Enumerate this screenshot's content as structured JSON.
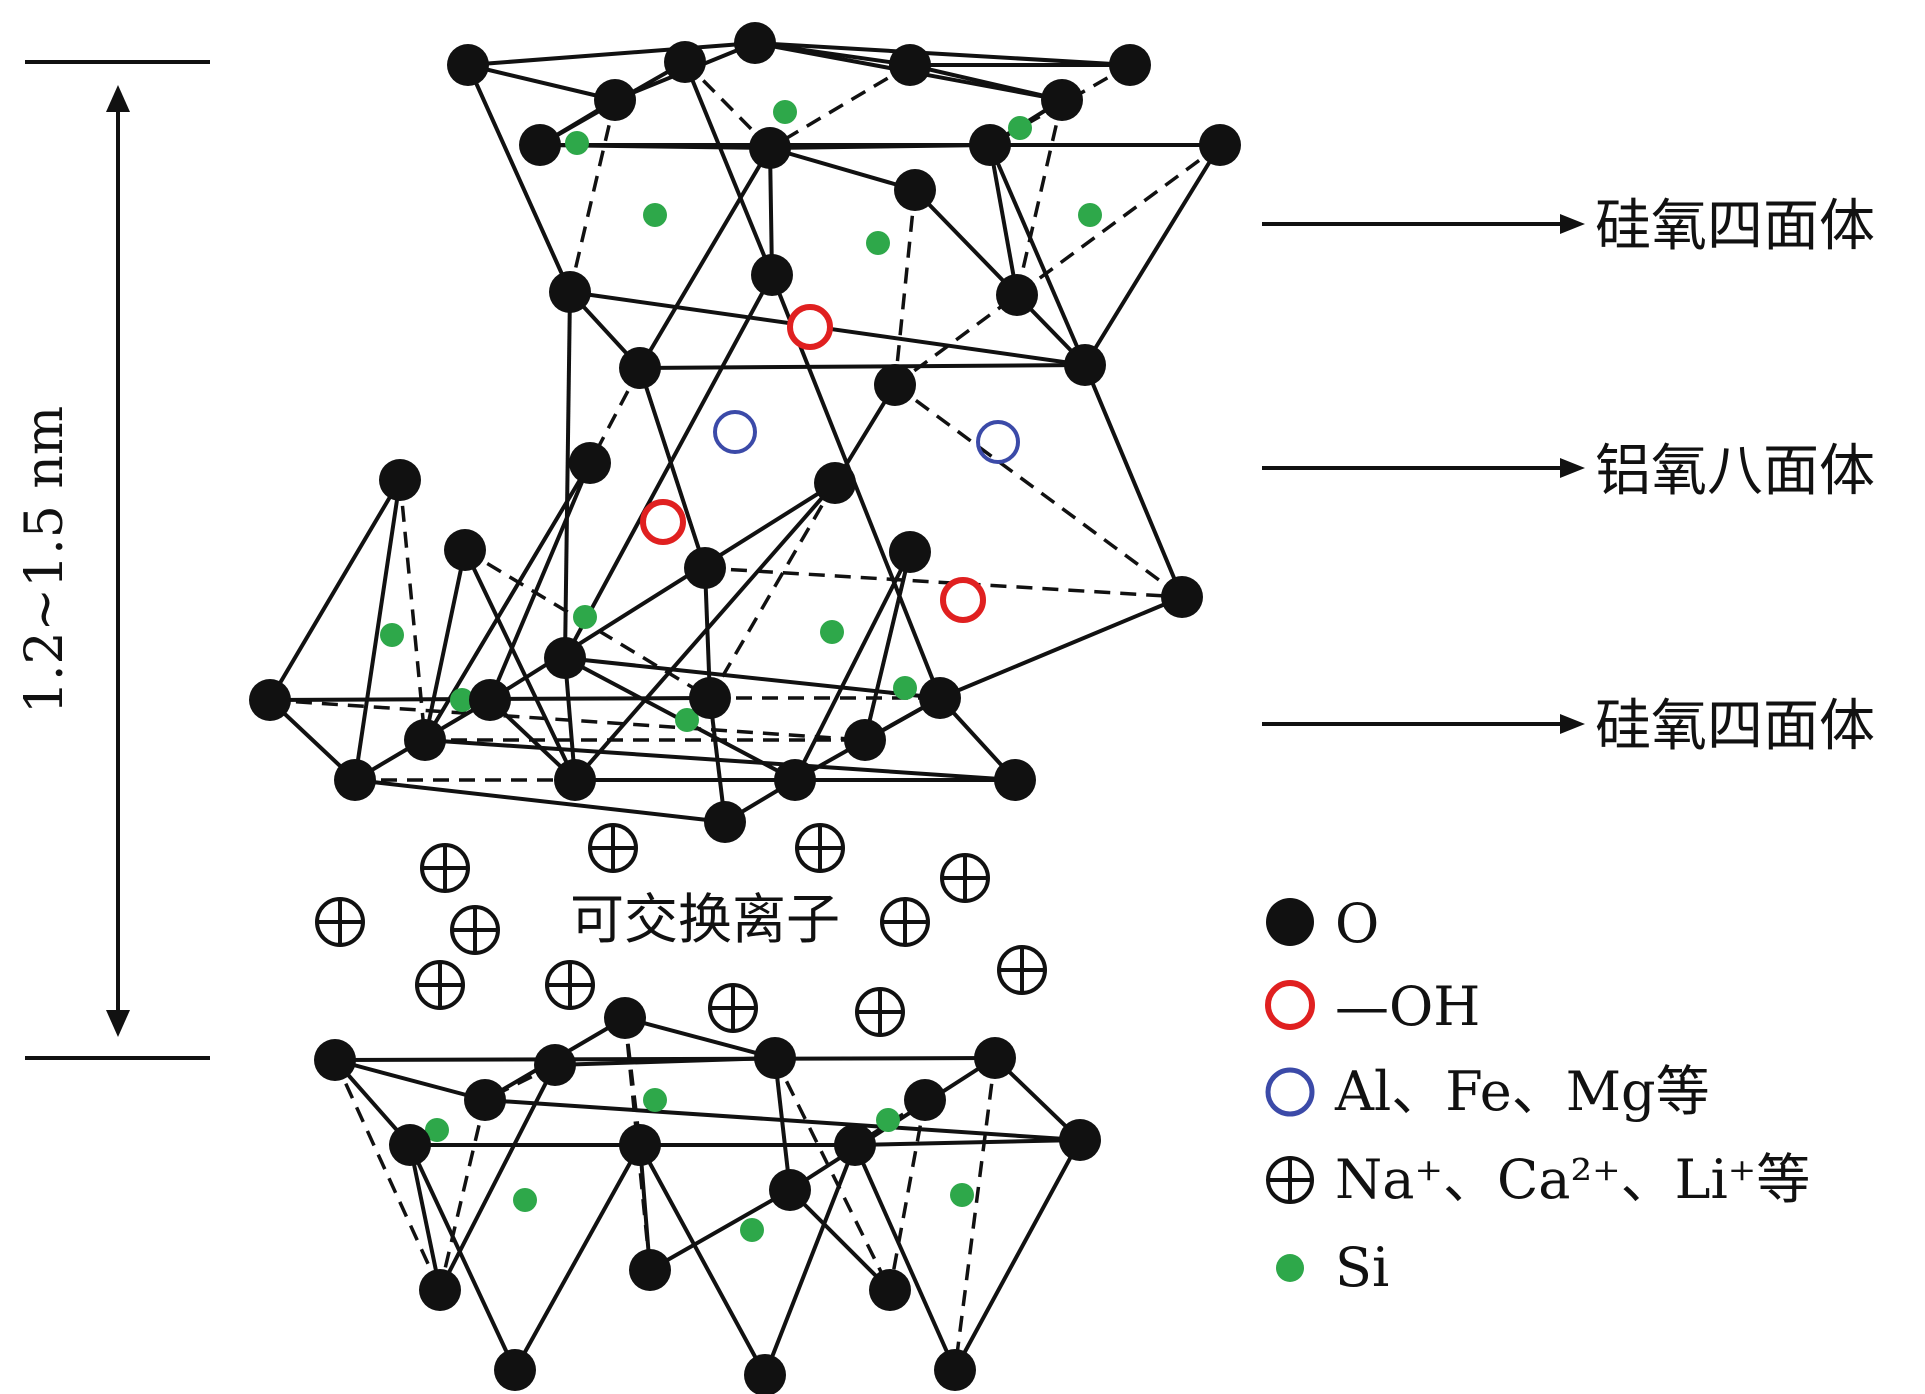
{
  "title": "",
  "thickness_label": "1.2~1.5 nm",
  "layers": {
    "top_tetrahedral": "硅氧四面体",
    "octahedral": "铝氧八面体",
    "bottom_tetrahedral": "硅氧四面体"
  },
  "interlayer_label": "可交换离子",
  "legend": [
    {
      "symbol": "black-dot",
      "label": "O"
    },
    {
      "symbol": "red-ring",
      "label": "—OH"
    },
    {
      "symbol": "blue-ring",
      "label": "Al、Fe、Mg等"
    },
    {
      "symbol": "circle-plus",
      "label": "Na⁺、Ca²⁺、Li⁺等"
    },
    {
      "symbol": "green-dot",
      "label": "Si"
    }
  ],
  "colors": {
    "oxygen": "#111111",
    "hydroxyl": "#e02020",
    "cation": "#3b4aa8",
    "silicon": "#2ea84a",
    "line": "#111111"
  }
}
